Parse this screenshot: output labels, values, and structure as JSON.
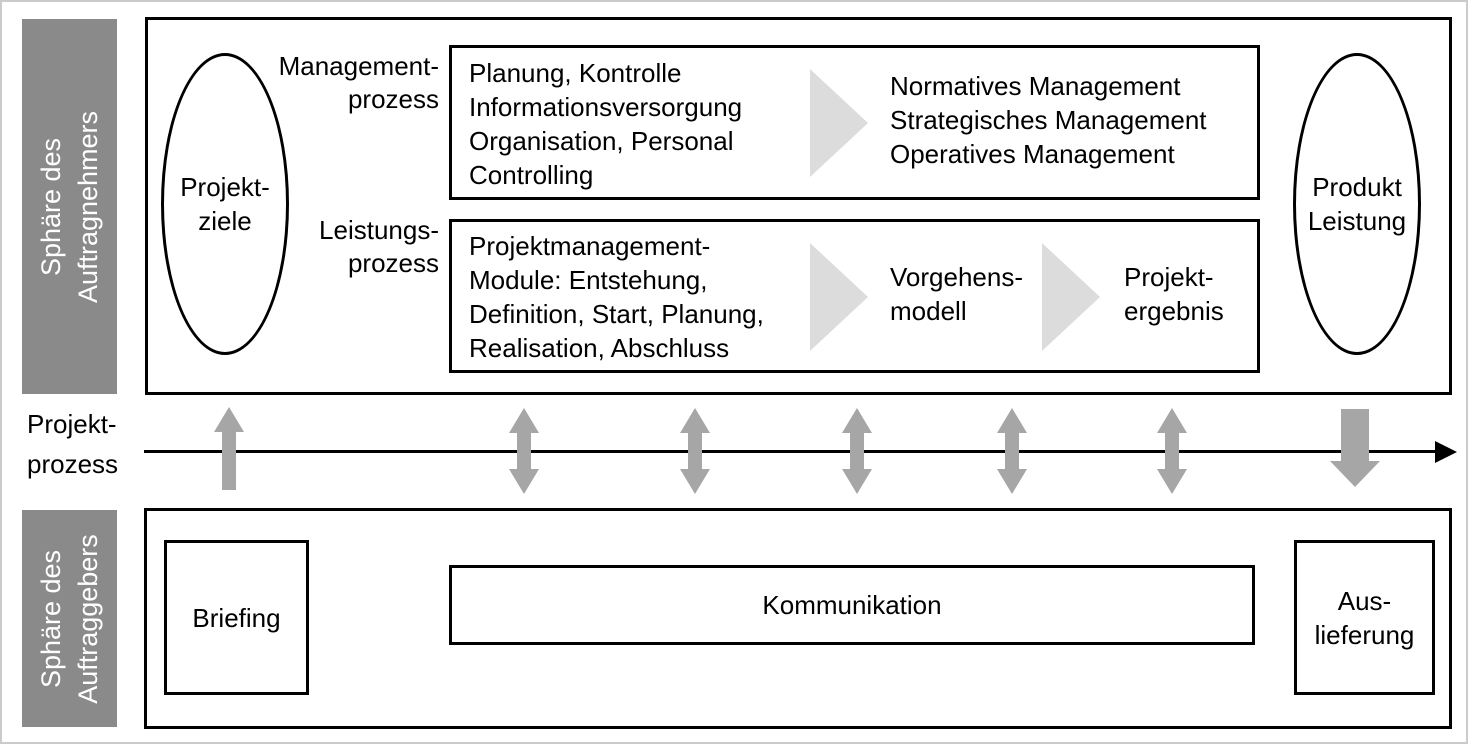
{
  "colors": {
    "sphere_bar": "#8a8a8a",
    "sphere_text": "#ffffff",
    "vertical_arrow_gray": "#a6a6a6",
    "chevron_gray": "#dcdcdc",
    "outline_black": "#000000"
  },
  "spheres": {
    "contractor": "Sphäre des\nAuftragnehmers",
    "client": "Sphäre des\nAuftraggebers"
  },
  "top": {
    "project_goals": "Projekt-\nziele",
    "management_process_label": "Management-\nprozess",
    "performance_process_label": "Leistungs-\nprozess",
    "management_box": {
      "activities": "Planung, Kontrolle\nInformationsversorgung\nOrganisation, Personal\nControlling",
      "levels": "Normatives Management\nStrategisches Management\nOperatives Management"
    },
    "performance_box": {
      "modules": "Projektmanagement-\nModule: Entstehung,\nDefinition, Start, Planung,\nRealisation, Abschluss",
      "procedure_model": "Vorgehens-\nmodell",
      "project_result": "Projekt-\nergebnis"
    },
    "product": "Produkt\nLeistung"
  },
  "middle": {
    "project_process_label": "Projekt-\nprozess"
  },
  "bottom": {
    "briefing": "Briefing",
    "communication": "Kommunikation",
    "delivery": "Aus-\nlieferung"
  }
}
